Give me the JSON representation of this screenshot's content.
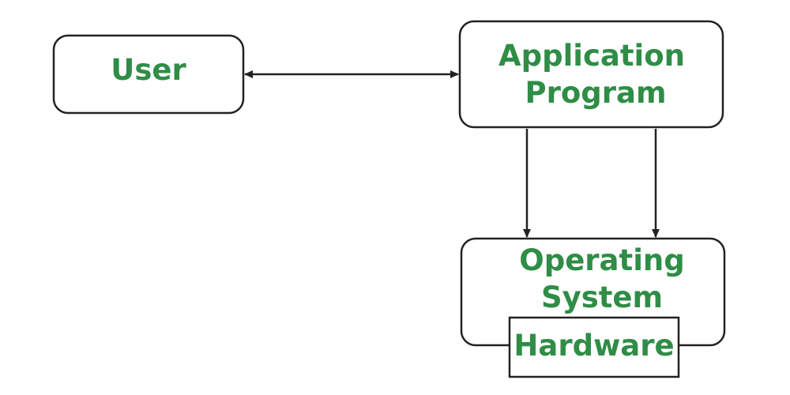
{
  "diagram": {
    "nodes": {
      "user": {
        "label": "User"
      },
      "application_program": {
        "label_line1": "Application",
        "label_line2": "Program"
      },
      "operating_system": {
        "label_line1": "Operating",
        "label_line2": "System"
      },
      "hardware": {
        "label": "Hardware"
      }
    },
    "edges": [
      {
        "from": "user",
        "to": "application_program",
        "direction": "both"
      },
      {
        "from": "application_program",
        "to": "operating_system",
        "direction": "forward"
      },
      {
        "from": "application_program",
        "to": "operating_system",
        "direction": "forward"
      }
    ]
  },
  "colors": {
    "label": "#2f8d46",
    "stroke": "#222222",
    "background": "#ffffff"
  }
}
